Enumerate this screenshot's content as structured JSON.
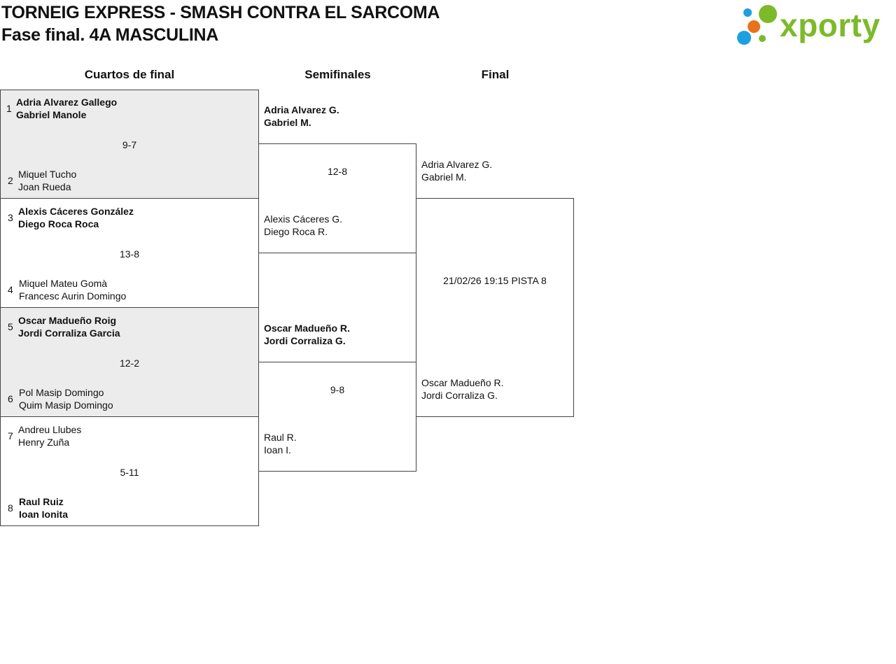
{
  "title": {
    "line1": "TORNEIG EXPRESS - SMASH CONTRA EL SARCOMA",
    "line2": "Fase final. 4A MASCULINA"
  },
  "logo": {
    "text": "xporty",
    "colors": {
      "green": "#7cba29",
      "orange": "#e8731c",
      "blue": "#1ea0e0"
    }
  },
  "columns": {
    "quarters": "Cuartos de final",
    "semis": "Semifinales",
    "final": "Final"
  },
  "quarterfinals": [
    {
      "score": "9-7",
      "top": {
        "seed": "1",
        "p1": "Adria Alvarez Gallego",
        "p2": "Gabriel Manole",
        "winner": true
      },
      "bottom": {
        "seed": "2",
        "p1": "Miquel Tucho",
        "p2": "Joan Rueda",
        "winner": false
      }
    },
    {
      "score": "13-8",
      "top": {
        "seed": "3",
        "p1": "Alexis Cáceres González",
        "p2": "Diego Roca Roca",
        "winner": true
      },
      "bottom": {
        "seed": "4",
        "p1": "Miquel Mateu Gomà",
        "p2": "Francesc Aurin Domingo",
        "winner": false
      }
    },
    {
      "score": "12-2",
      "top": {
        "seed": "5",
        "p1": "Oscar Madueño Roig",
        "p2": "Jordi Corraliza Garcia",
        "winner": true
      },
      "bottom": {
        "seed": "6",
        "p1": "Pol Masip Domingo",
        "p2": "Quim Masip Domingo",
        "winner": false
      }
    },
    {
      "score": "5-11",
      "top": {
        "seed": "7",
        "p1": "Andreu Llubes",
        "p2": "Henry Zuña",
        "winner": false
      },
      "bottom": {
        "seed": "8",
        "p1": "Raul Ruiz",
        "p2": "Ioan Ionita",
        "winner": true
      }
    }
  ],
  "semifinals": [
    {
      "score": "12-8",
      "top": {
        "p1": "Adria Alvarez G.",
        "p2": "Gabriel M.",
        "winner": true
      },
      "bottom": {
        "p1": "Alexis Cáceres G.",
        "p2": "Diego Roca R.",
        "winner": false
      }
    },
    {
      "score": "9-8",
      "top": {
        "p1": "Oscar Madueño R.",
        "p2": "Jordi Corraliza G.",
        "winner": true
      },
      "bottom": {
        "p1": "Raul R.",
        "p2": "Ioan I.",
        "winner": false
      }
    }
  ],
  "final": {
    "schedule": "21/02/26 19:15 PISTA 8",
    "top": {
      "p1": "Adria Alvarez G.",
      "p2": "Gabriel M."
    },
    "bottom": {
      "p1": "Oscar Madueño R.",
      "p2": "Jordi Corraliza G."
    }
  }
}
